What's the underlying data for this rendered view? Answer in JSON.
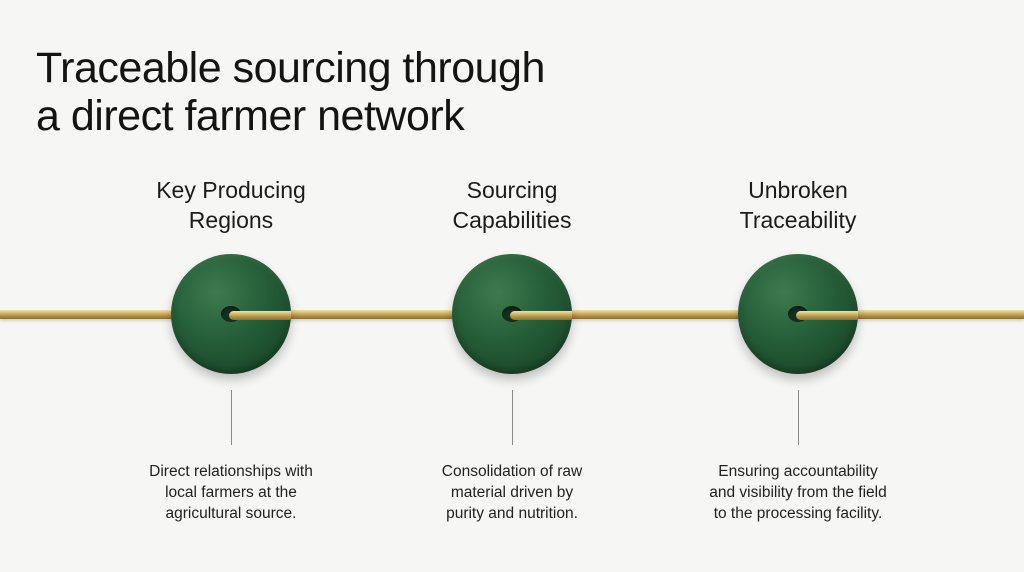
{
  "title": {
    "line1": "Traceable sourcing through",
    "line2": "a direct farmer network"
  },
  "nodes": [
    {
      "title_line1": "Key Producing",
      "title_line2": "Regions",
      "desc_line1": "Direct relationships with",
      "desc_line2": "local farmers at the",
      "desc_line3": "agricultural source."
    },
    {
      "title_line1": "Sourcing",
      "title_line2": "Capabilities",
      "desc_line1": "Consolidation of raw",
      "desc_line2": "material driven by",
      "desc_line3": "purity and nutrition."
    },
    {
      "title_line1": "Unbroken",
      "title_line2": "Traceability",
      "desc_line1": "Ensuring accountability",
      "desc_line2": "and visibility from the field",
      "desc_line3": "to the processing facility."
    }
  ],
  "colors": {
    "disc": "#27603a",
    "rod": "#c9a95a",
    "background": "#f6f6f4"
  }
}
